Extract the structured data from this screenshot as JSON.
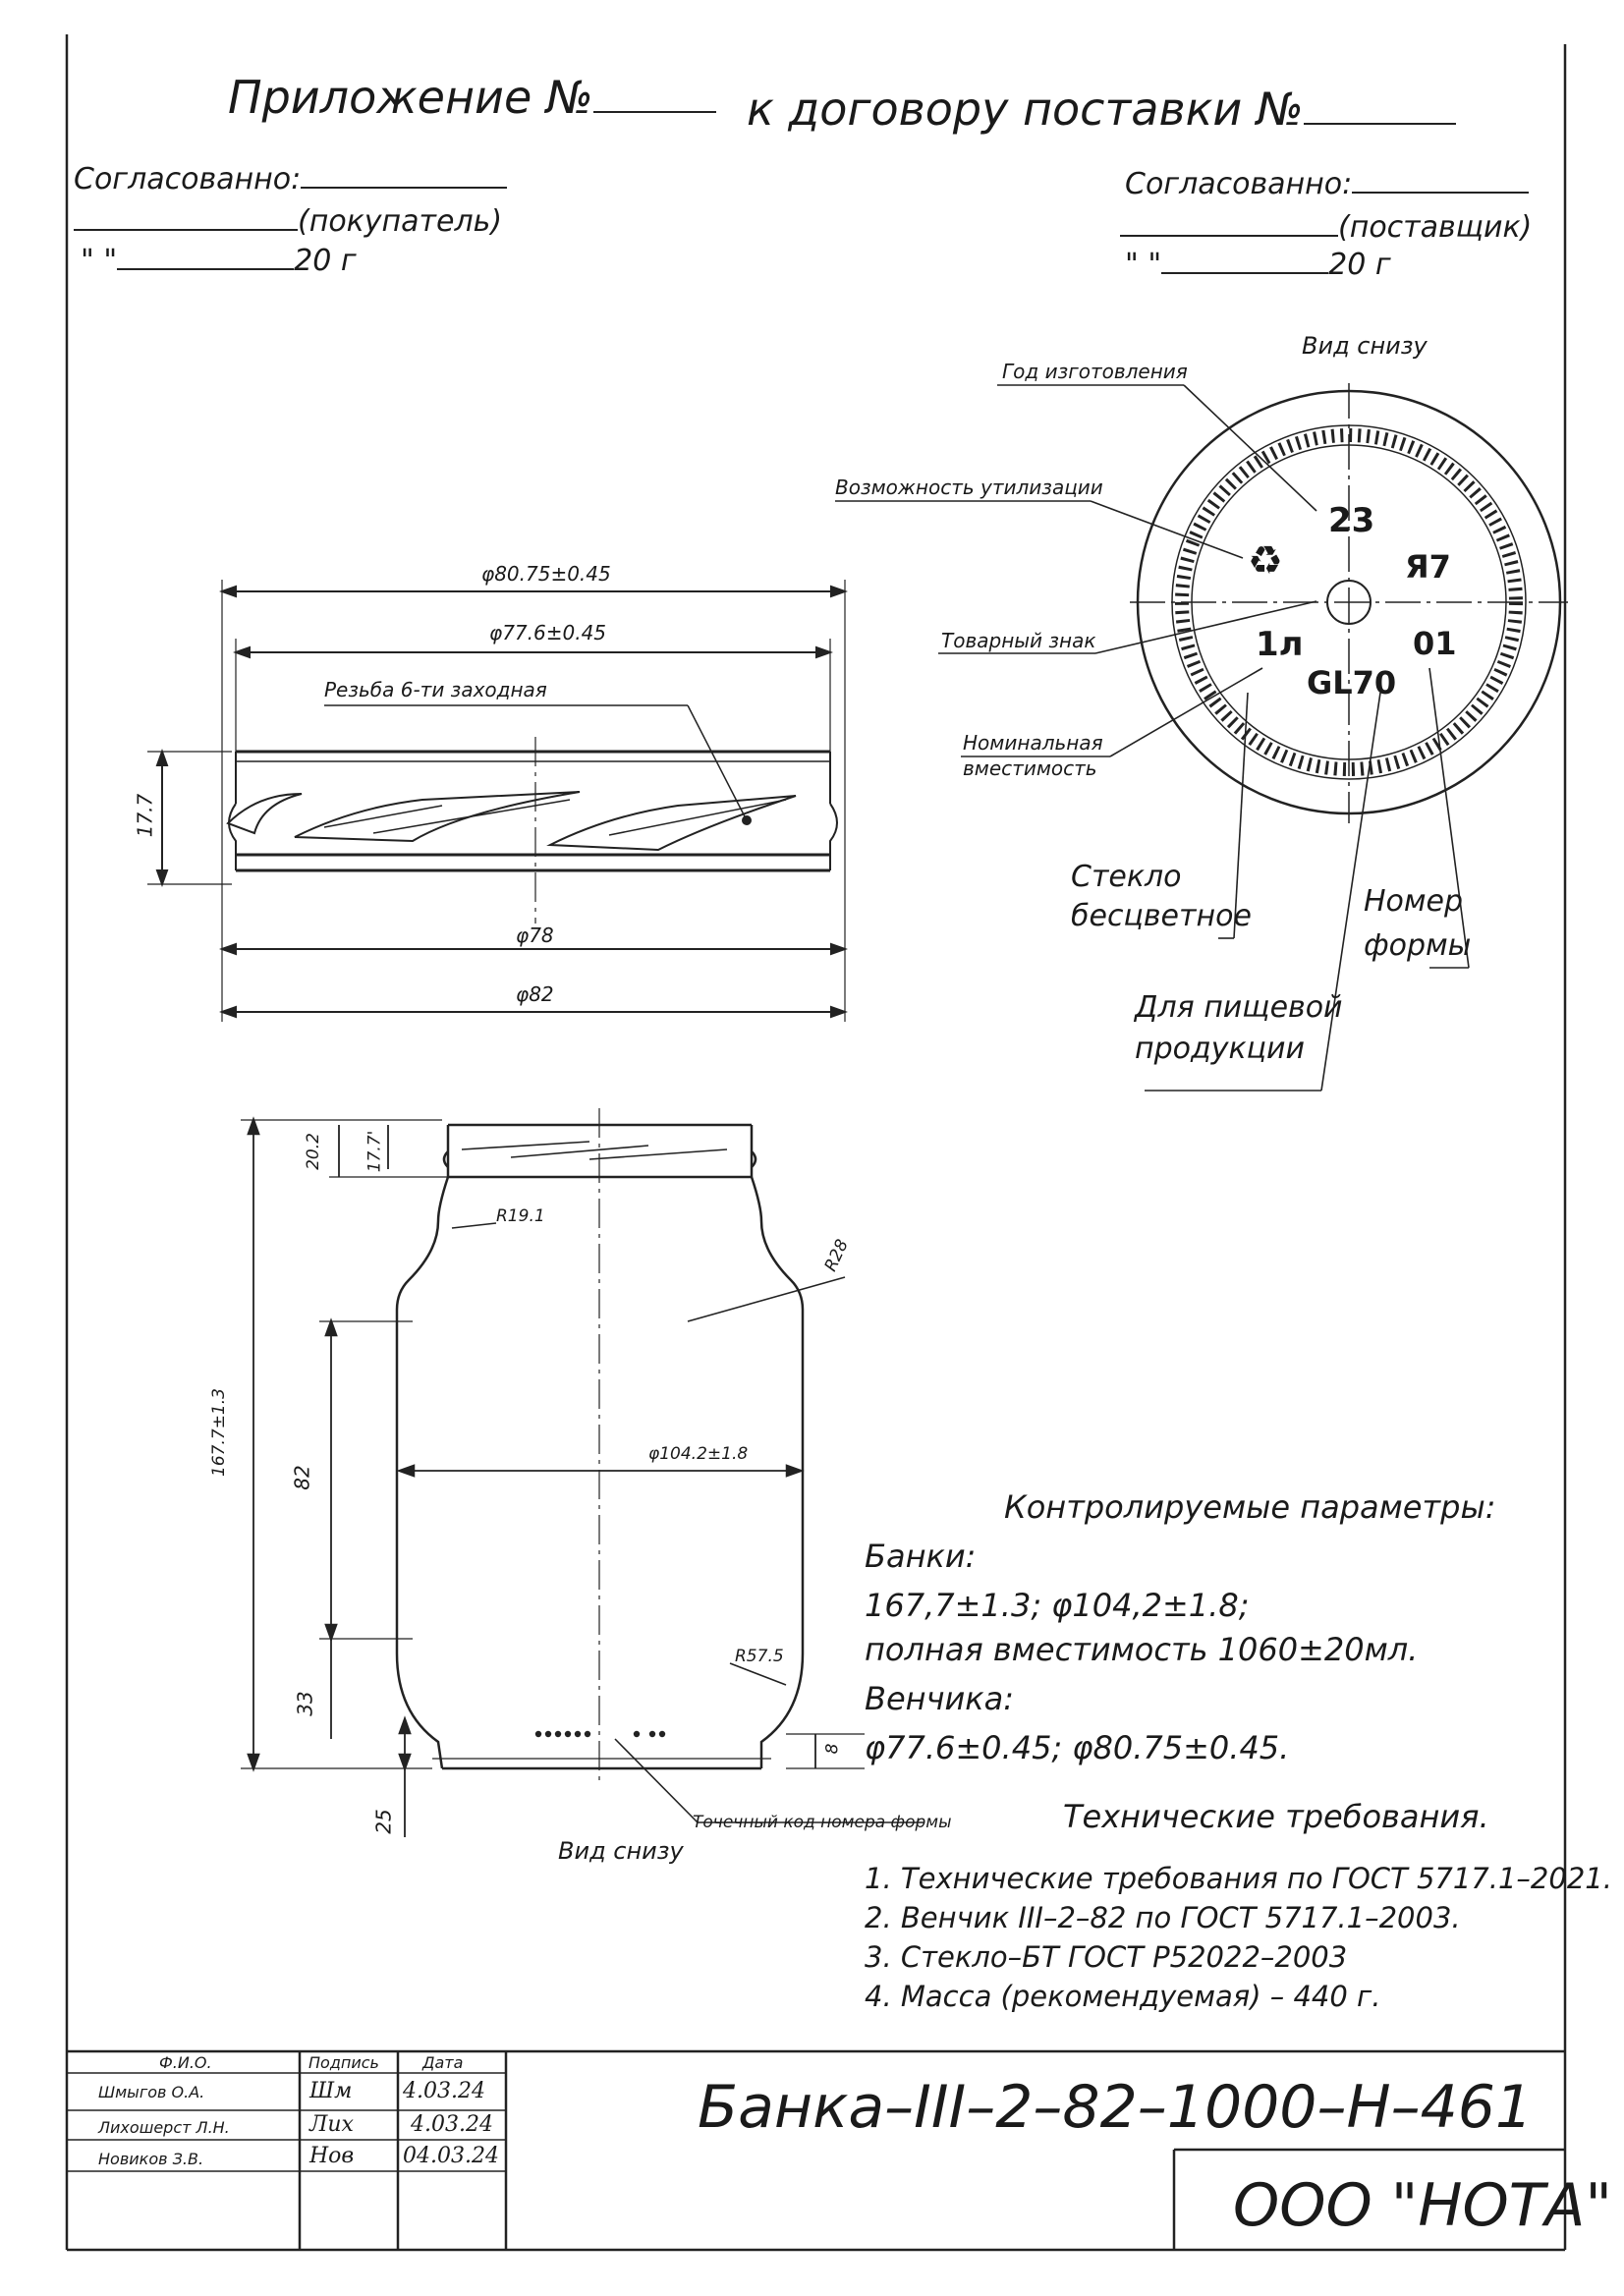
{
  "header": {
    "appendix": "Приложение №",
    "contract": "к договору поставки №",
    "left_agreed": "Согласованно:",
    "left_role": "(покупатель)",
    "left_date_quote": "\"       \"",
    "left_year": "20    г",
    "right_agreed": "Согласованно:",
    "right_role": "(поставщик)",
    "right_date_quote": "\"       \"",
    "right_year": "20    г"
  },
  "bottom_view": {
    "title": "Вид снизу",
    "marks": {
      "year": "23",
      "capacity": "1л",
      "finish": "GL70",
      "mould_no": "01",
      "code": "Я7"
    },
    "callouts": {
      "year": "Год изготовления",
      "recycle": "Возможность утилизации",
      "trademark": "Товарный знак",
      "capacity_1": "Номинальная",
      "capacity_2": "вместимость",
      "glass_1": "Стекло",
      "glass_2": "бесцветное",
      "mould_1": "Номер",
      "mould_2": "формы",
      "food_1": "Для пищевой",
      "food_2": "продукции"
    }
  },
  "finish_detail": {
    "d_outer": "φ80.75±0.45",
    "d_inner": "φ77.6±0.45",
    "thread": "Резьба 6-ти заходная",
    "height": "17.7",
    "d78": "φ78",
    "d82": "φ82"
  },
  "jar": {
    "h_20": "20.2",
    "h_17": "17.7'",
    "r19": "R19.1",
    "r28": "R28",
    "h_total": "167.7±1.3",
    "h_82": "82",
    "diameter": "φ104.2±1.8",
    "r57": "R57.5",
    "h_33": "33",
    "h_25": "25",
    "h_8": "8",
    "dot_code": "Точечный код номера формы",
    "bottom_view": "Вид снизу"
  },
  "params": {
    "title": "Контролируемые параметры:",
    "jar_label": "Банки:",
    "jar_line1": "167,7±1.3;  φ104,2±1.8;",
    "jar_line2": "полная вместимость  1060±20мл.",
    "finish_label": "Венчика:",
    "finish_line": "φ77.6±0.45;  φ80.75±0.45."
  },
  "requirements": {
    "title": "Технические требования.",
    "items": [
      "1. Технические требования по ГОСТ 5717.1–2021.",
      "2. Венчик III–2–82 по ГОСТ 5717.1–2003.",
      "3. Стекло–БТ ГОСТ Р52022–2003",
      "4. Масса (рекомендуемая) – 440 г."
    ]
  },
  "title_block": {
    "col_name": "Ф.И.О.",
    "col_sign": "Подпись",
    "col_date": "Дата",
    "rows": [
      {
        "name": "Шмыгов О.А.",
        "sign": "Шм",
        "date": "4.03.24"
      },
      {
        "name": "Лихошерст Л.Н.",
        "sign": "Лих",
        "date": "4.03.24"
      },
      {
        "name": "Новиков З.В.",
        "sign": "Нов",
        "date": "04.03.24"
      }
    ],
    "designation": "Банка–III–2–82–1000–Н–461",
    "company": "ООО \"НОТА\""
  }
}
